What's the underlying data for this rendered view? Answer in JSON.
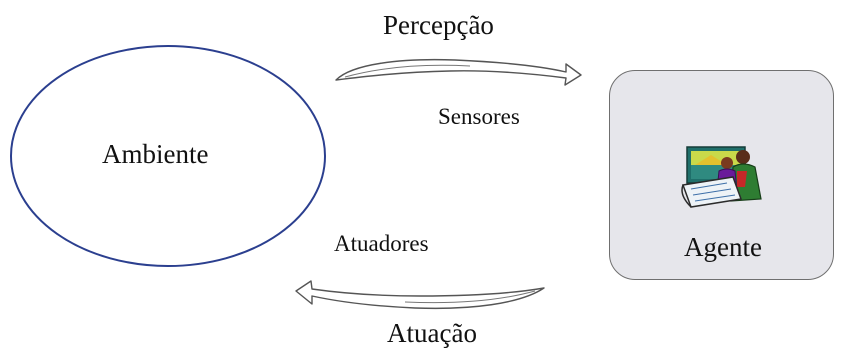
{
  "diagram": {
    "environment_label": "Ambiente",
    "agent_label": "Agente",
    "perception_label": "Percepção",
    "sensors_label": "Sensores",
    "actuators_label": "Atuadores",
    "action_label": "Atuação",
    "agent_icon": "clipart-figure-with-blueprint-icon"
  },
  "colors": {
    "environment_outline": "#2b3f8f",
    "agent_box_fill": "#e6e6eb",
    "agent_box_border": "#6f6f6f",
    "arrow_outline": "#555555"
  }
}
